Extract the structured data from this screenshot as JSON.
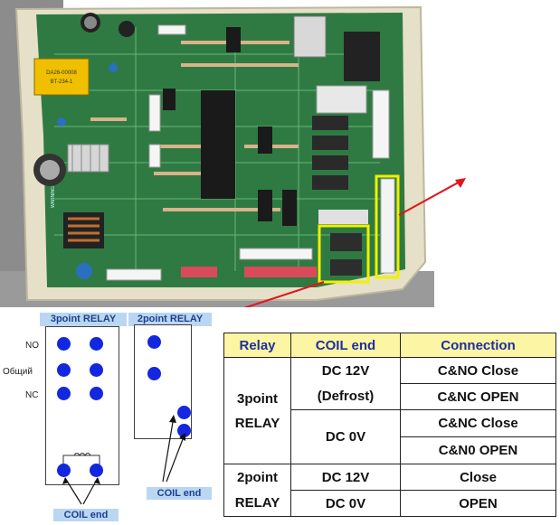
{
  "photo": {
    "transformer_text_1": "DA26-00008",
    "transformer_text_2": "BT-234-1",
    "board_text": "WARNING"
  },
  "relay3": {
    "header": "3point RELAY",
    "labels": [
      "NO",
      "Общий",
      "NC"
    ],
    "coil_text": "COIL end"
  },
  "relay2": {
    "header": "2point RELAY",
    "coil_text": "COIL end"
  },
  "table": {
    "headers": [
      "Relay",
      "COIL end",
      "Connection"
    ],
    "relay3": "3point",
    "relay3_b": "RELAY",
    "dc12": "DC  12V",
    "defrost": "(Defrost)",
    "dc0": "DC  0V",
    "conn": [
      "C&NO   Close",
      "C&NC   OPEN",
      "C&NC   Close",
      "C&N0   OPEN"
    ],
    "relay2": "2point",
    "relay2_b": "RELAY",
    "dc12_b": "DC  12V",
    "dc0_b": "DC  0V",
    "close": "Close",
    "open": "OPEN"
  },
  "colors": {
    "pin": "#1326e0",
    "highlight": "#f0f000",
    "arrow": "#e0141e",
    "header_bg": "#fcf6a4"
  }
}
